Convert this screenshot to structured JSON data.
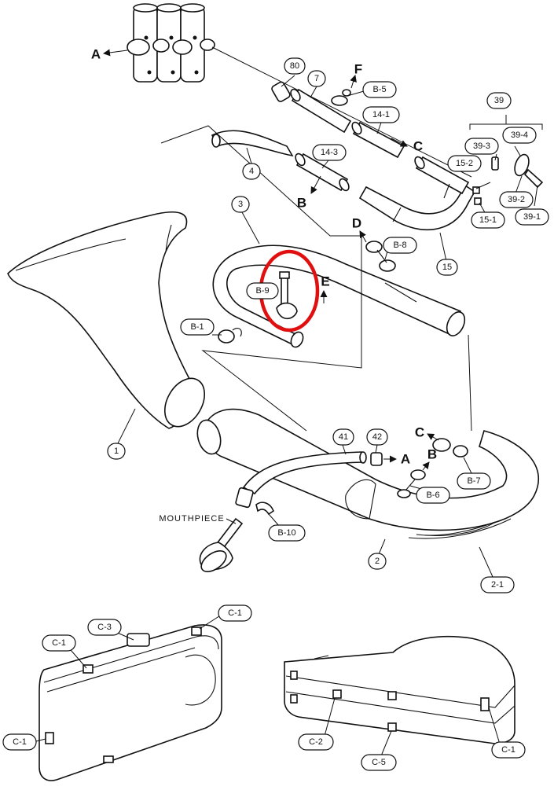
{
  "diagram": {
    "highlight_color": "#e01010",
    "line_color": "#111111",
    "plain_labels": {
      "mouthpiece": "MOUTHPIECE"
    },
    "parts": {
      "p80": "80",
      "p7": "7",
      "p14_1": "14-1",
      "p14_3": "14-3",
      "p4": "4",
      "p3": "3",
      "p1": "1",
      "p2": "2",
      "p2_1": "2-1",
      "p15": "15",
      "p15_1": "15-1",
      "p15_2": "15-2",
      "p39": "39",
      "p39_1": "39-1",
      "p39_2": "39-2",
      "p39_3": "39-3",
      "p39_4": "39-4",
      "p41": "41",
      "p42": "42",
      "pB1": "B-1",
      "pB5": "B-5",
      "pB6": "B-6",
      "pB7": "B-7",
      "pB8": "B-8",
      "pB9": "B-9",
      "pB10": "B-10",
      "pC1a": "C-1",
      "pC1b": "C-1",
      "pC1c": "C-1",
      "pC1d": "C-1",
      "pC2": "C-2",
      "pC3": "C-3",
      "pC5": "C-5"
    },
    "connectors": {
      "A_top": "A",
      "F": "F",
      "C_top": "C",
      "B_top": "B",
      "D": "D",
      "E": "E",
      "C_mid": "C",
      "A_mid": "A",
      "B_mid": "B"
    }
  }
}
